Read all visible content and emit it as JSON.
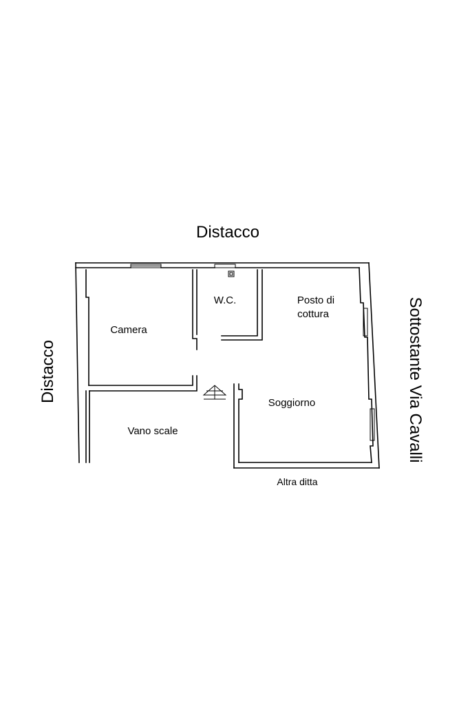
{
  "labels": {
    "top": "Distacco",
    "left": "Distacco",
    "right": "Sottostante  Via  Cavalli",
    "bottom": "Altra ditta"
  },
  "rooms": {
    "camera": "Camera",
    "wc": "W.C.",
    "cucina_line1": "Posto di",
    "cucina_line2": "cottura",
    "soggiorno": "Soggiorno",
    "scale": "Vano scale"
  }
}
